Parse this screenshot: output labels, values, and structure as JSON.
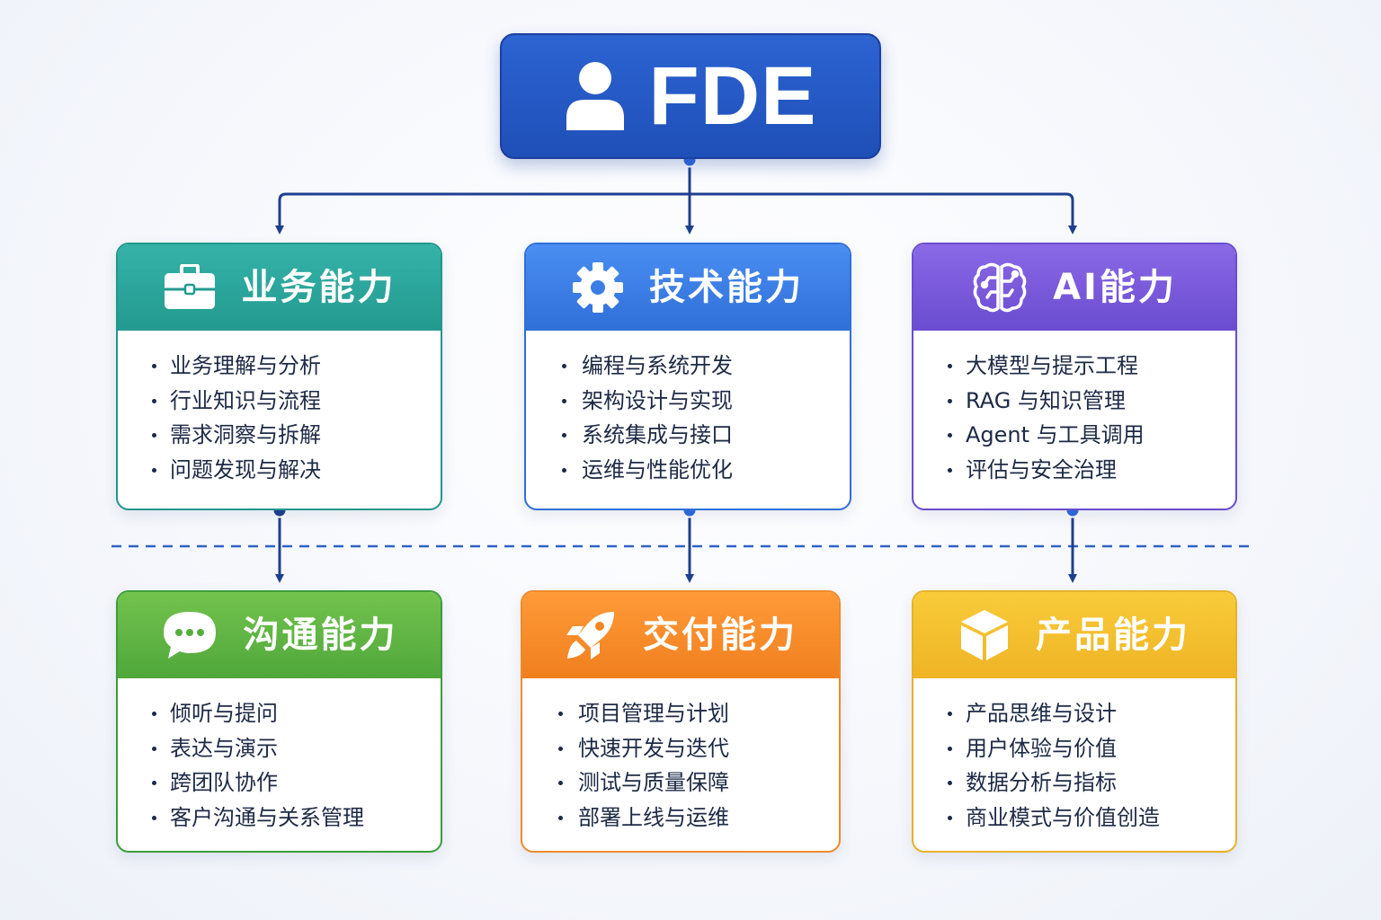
{
  "root": {
    "title": "FDE",
    "icon": "person-icon",
    "color": "#2659c7"
  },
  "divider_color": "#2f62c4",
  "cards": {
    "business": {
      "title": "业务能力",
      "icon": "briefcase-icon",
      "color": "#239a90",
      "items": [
        "业务理解与分析",
        "行业知识与流程",
        "需求洞察与拆解",
        "问题发现与解决"
      ]
    },
    "tech": {
      "title": "技术能力",
      "icon": "gear-icon",
      "color": "#2f6fd8",
      "items": [
        "编程与系统开发",
        "架构设计与实现",
        "系统集成与接口",
        "运维与性能优化"
      ]
    },
    "ai": {
      "title": "AI能力",
      "icon": "brain-circuit-icon",
      "color": "#6a4cd0",
      "items": [
        "大模型与提示工程",
        "RAG 与知识管理",
        "Agent 与工具调用",
        "评估与安全治理"
      ]
    },
    "comm": {
      "title": "沟通能力",
      "icon": "chat-bubble-icon",
      "color": "#4fa73a",
      "items": [
        "倾听与提问",
        "表达与演示",
        "跨团队协作",
        "客户沟通与关系管理"
      ]
    },
    "delivery": {
      "title": "交付能力",
      "icon": "rocket-icon",
      "color": "#f07f1e",
      "items": [
        "项目管理与计划",
        "快速开发与迭代",
        "测试与质量保障",
        "部署上线与运维"
      ]
    },
    "product": {
      "title": "产品能力",
      "icon": "cube-icon",
      "color": "#efb425",
      "items": [
        "产品思维与设计",
        "用户体验与价值",
        "数据分析与指标",
        "商业模式与价值创造"
      ]
    }
  }
}
